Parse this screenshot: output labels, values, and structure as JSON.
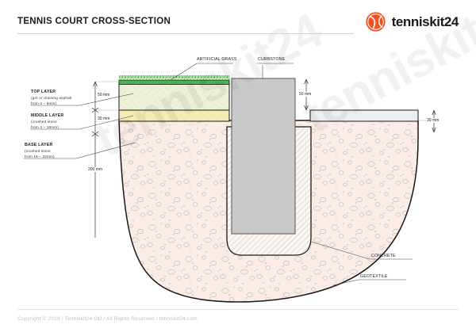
{
  "header": {
    "title": "TENNIS COURT CROSS-SECTION",
    "logo_text": "tenniskit24",
    "logo_icon": "tennis-ball-icon",
    "logo_color": "#F4511E"
  },
  "watermark": {
    "text": "tenniskit24"
  },
  "footer": {
    "copyright": "Copyright © 2019 / Tenniskit24 OÜ / All Rights Reserved / tenniskit24.com"
  },
  "layers": [
    {
      "id": "top-layer",
      "title": "TOP LAYER",
      "sub1": "(grit or draining asphalt",
      "sub2": "from 0 – 8mm)",
      "thickness": "50 mm",
      "color": "#EFF0D8"
    },
    {
      "id": "middle-layer",
      "title": "MIDDLE LAYER",
      "sub1": "(crushed stone",
      "sub2": "from 4 – 16mm)",
      "thickness": "30 mm",
      "color": "#F5EDB4"
    },
    {
      "id": "base-layer",
      "title": "BASE LAYER",
      "sub1": "(crushed stone",
      "sub2": "from 16 – 32mm)",
      "thickness": "200 mm",
      "color": "#FBEDE6"
    }
  ],
  "callouts": [
    {
      "id": "artificial-grass",
      "label": "ARTIFICIAL GRASS"
    },
    {
      "id": "curbstone",
      "label": "CURBSTONE"
    },
    {
      "id": "concrete",
      "label": "CONCRETE"
    },
    {
      "id": "geotextile",
      "label": "GEOTEXTILE"
    }
  ],
  "dimensions": {
    "left_top": "50 mm",
    "left_middle": "30 mm",
    "left_base": "200 mm",
    "right_curb": "50 mm",
    "right_edge": "30 mm"
  },
  "colors": {
    "grass": "#3C9B35",
    "curbstone": "#C9C9C9",
    "concrete_hatch": "#8A8A8A",
    "outline": "#1a1a1a"
  }
}
